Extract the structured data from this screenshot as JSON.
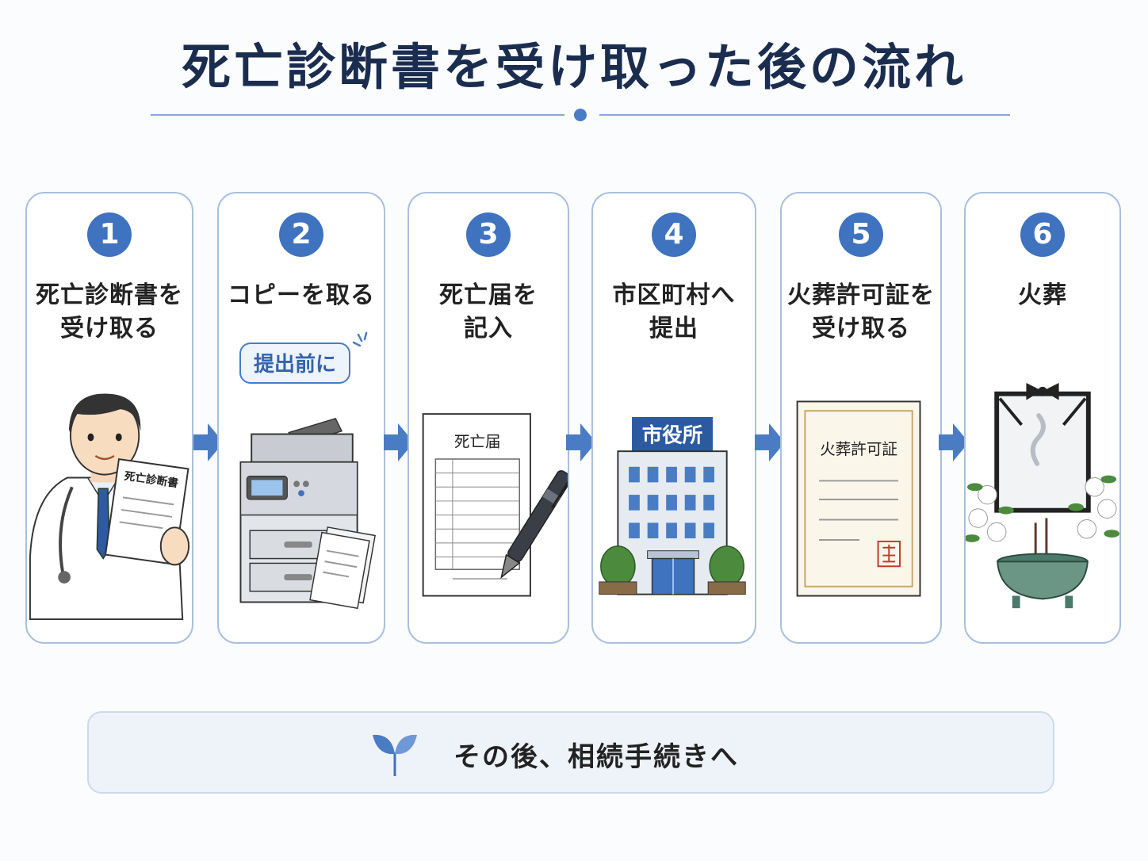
{
  "title": "死亡診断書を受け取った後の流れ",
  "steps": [
    {
      "number": "1",
      "label_line1": "死亡診断書を",
      "label_line2": "受け取る",
      "illustration_text": "死亡診断書"
    },
    {
      "number": "2",
      "label_line1": "コピーを取る",
      "label_line2": "",
      "badge": "提出前に"
    },
    {
      "number": "3",
      "label_line1": "死亡届を",
      "label_line2": "記入",
      "illustration_text": "死亡届"
    },
    {
      "number": "4",
      "label_line1": "市区町村へ",
      "label_line2": "提出",
      "illustration_text": "市役所"
    },
    {
      "number": "5",
      "label_line1": "火葬許可証を",
      "label_line2": "受け取る",
      "illustration_text": "火葬許可証"
    },
    {
      "number": "6",
      "label_line1": "火葬",
      "label_line2": ""
    }
  ],
  "footer": {
    "text": "その後、相続手続きへ",
    "icon": "sprout-icon"
  },
  "colors": {
    "accent": "#3f72bf",
    "title": "#1b2d4f",
    "card_border": "#a9bfe0",
    "arrow": "#4a7cc4"
  }
}
